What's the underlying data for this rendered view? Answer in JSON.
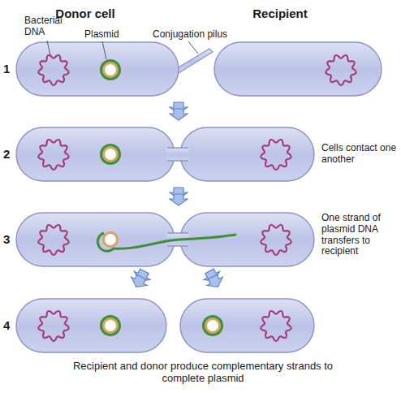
{
  "diagram": {
    "caption": "Recipient and donor produce complementary strands to complete plasmid",
    "labels": [
      "Donor cell",
      "Recipient",
      "Bacterial DNA",
      "Plasmid",
      "Conjugation pilus",
      "1",
      "2",
      "Cells contact one another",
      "3",
      "One strand of plasmid DNA transfers to recipient",
      "4"
    ]
  }
}
